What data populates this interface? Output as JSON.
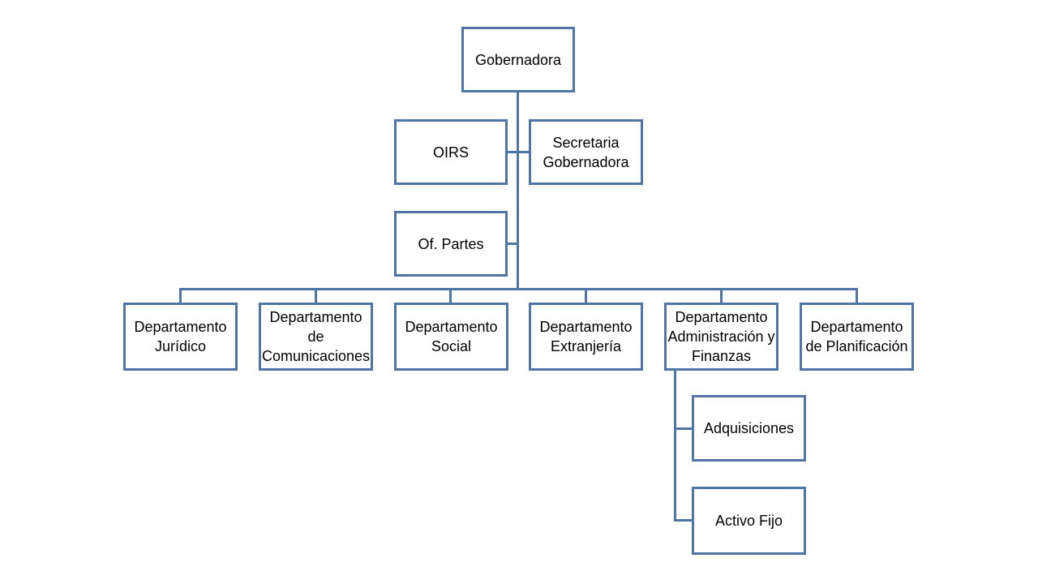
{
  "colors": {
    "border": "#4f75a5",
    "connector": "#4f75a5",
    "text": "#000000",
    "background": "#ffffff"
  },
  "nodes": {
    "gobernadora": "Gobernadora",
    "oirs": "OIRS",
    "secretaria": "Secretaria\nGobernadora",
    "of_partes": "Of. Partes",
    "juridico": "Departamento\nJurídico",
    "comunicaciones": "Departamento\nde\nComunicaciones",
    "social": "Departamento\nSocial",
    "extranjeria": "Departamento\nExtranjería",
    "administracion": "Departamento\nAdministración y\nFinanzas",
    "planificacion": "Departamento\nde Planificación",
    "adquisiciones": "Adquisiciones",
    "activo_fijo": "Activo Fijo"
  }
}
